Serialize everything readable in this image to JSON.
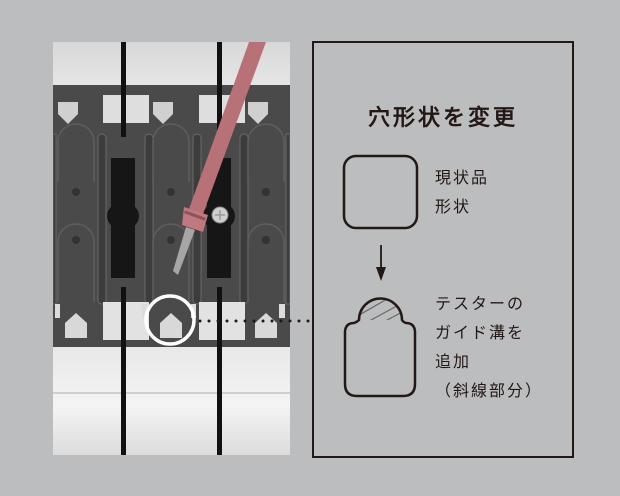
{
  "panel": {
    "title": "穴形状を変更",
    "before": {
      "label_lines": [
        "現状品",
        "形状"
      ],
      "shape": "rounded-square"
    },
    "arrow": "down-arrow",
    "after": {
      "label_lines": [
        "テスターの",
        "ガイド溝を",
        "追加",
        "（斜線部分）"
      ],
      "shape": "rounded-square-with-hatched-bump"
    }
  },
  "photo": {
    "description": "Connector terminal block with tester probe inserted into guide hole",
    "highlight": "circle-marker",
    "probe_color": "#b87277"
  },
  "colors": {
    "background": "#bcbdbf",
    "line": "#231815",
    "highlight_circle": "#ffffff"
  }
}
